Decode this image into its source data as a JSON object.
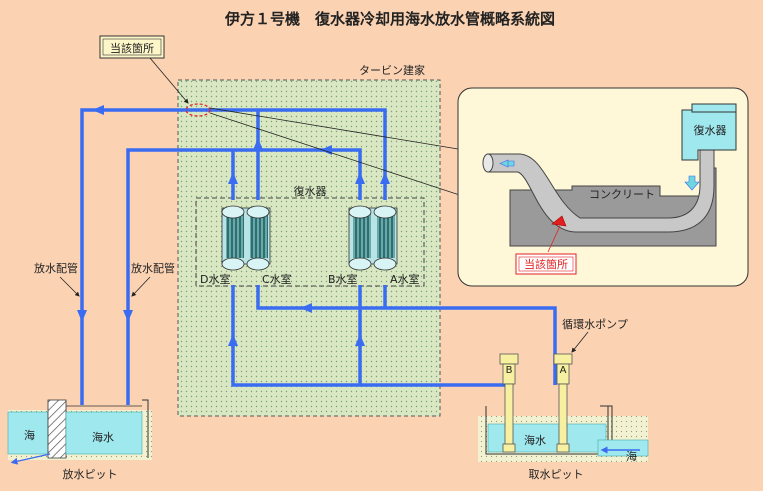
{
  "title": "伊方１号機　復水器冷却用海水放水管概略系統図",
  "callout_top": "当該箇所",
  "callout_inset": "当該箇所",
  "turbine_building": "タービン建家",
  "condenser": "復水器",
  "water_boxes": [
    "D水室",
    "C水室",
    "B水室",
    "A水室"
  ],
  "discharge_pipe_left": "放水配管",
  "discharge_pipe_right": "放水配管",
  "pump_label": "循環水ポンプ",
  "pump_letters": [
    "B",
    "A"
  ],
  "outfall_pit": {
    "sea": "海",
    "seawater": "海水",
    "name": "放水ピット"
  },
  "intake_pit": {
    "seawater": "海水",
    "sea": "海",
    "name": "取水ピット"
  },
  "inset": {
    "concrete": "コンクリート",
    "condenser": "復水器"
  },
  "colors": {
    "background": "#fbd3b3",
    "pipe": "#3a6cf2",
    "water": "#9fe8ee",
    "building": "#d8e8c0",
    "inset": "#fef8d8",
    "pump": "#f7f0a0",
    "callout_red": "#e02020"
  }
}
